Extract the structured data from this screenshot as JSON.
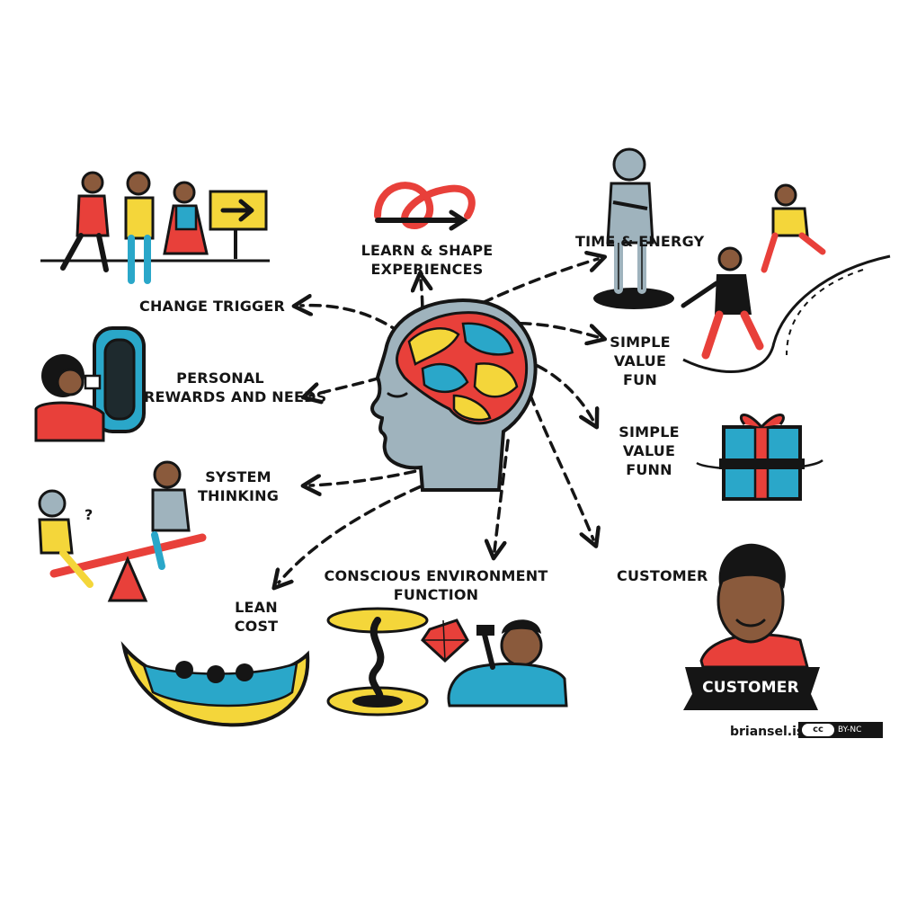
{
  "labels": {
    "change_trigger": "CHANGE TRIGGER",
    "learn_shape": [
      "LEARN & SHAPE",
      "EXPERIENCES"
    ],
    "time_energy": "TIME & ENERGY",
    "personal_rewards": [
      "PERSONAL",
      "REWARDS AND NEEDS"
    ],
    "simple_value_fun": [
      "SIMPLE",
      "VALUE",
      "FUN"
    ],
    "simple_value_funn": [
      "SIMPLE",
      "VALUE",
      "FUNN"
    ],
    "system_thinking": [
      "SYSTEM",
      "THINKING"
    ],
    "conscious_environment": [
      "CONSCIOUS ENVIRONMENT",
      "FUNCTION"
    ],
    "customer": "CUSTOMER",
    "lean_cost": [
      "LEAN",
      "COST"
    ]
  },
  "banner_text": "CUSTOMER",
  "credit": "briansel.is",
  "license": {
    "badge": "cc",
    "terms": "BY-NC"
  },
  "colors": {
    "ink": "#151515",
    "red": "#e8403a",
    "yellow": "#f4d63a",
    "blue": "#2aa7c9",
    "gray_head": "#9fb3bd",
    "skin": "#8a5a3c"
  },
  "icons": [
    "brain-head-icon",
    "walking-people-icon",
    "arrow-sign-icon",
    "loop-arrow-icon",
    "standing-man-icon",
    "running-people-icon",
    "person-drinking-icon",
    "gift-box-icon",
    "seesaw-icon",
    "customer-portrait-icon",
    "banana-boat-icon",
    "whirlpool-icon",
    "gem-icon"
  ]
}
